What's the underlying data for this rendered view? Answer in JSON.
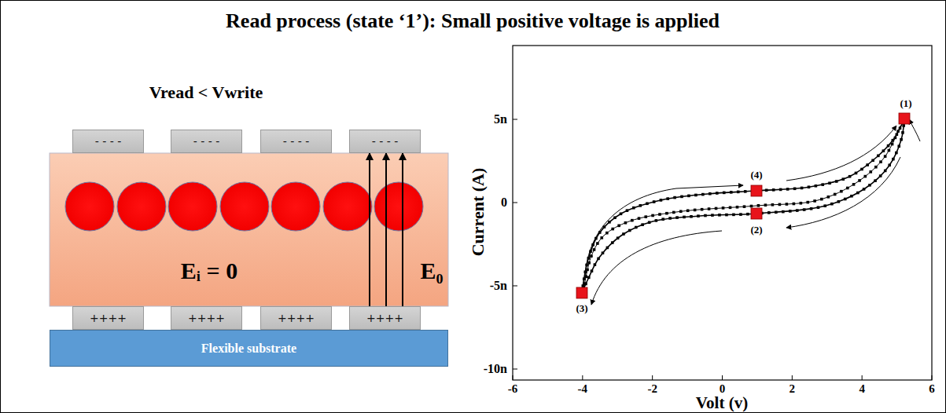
{
  "diagram": {
    "title": "Read process (state ‘1’): Small positive voltage is applied",
    "nodes": [
      {
        "text": [
          "- - - -"
        ]
      },
      {
        "text": [
          "- - - -"
        ]
      },
      {
        "text": [
          "- - - -"
        ]
      },
      {
        "text": [
          "- - - -"
        ]
      },
      {
        "text": [
          "Eᵢ = 0",
          "E₀"
        ]
      },
      {
        "text": [
          "++++"
        ]
      },
      {
        "text": [
          "++++"
        ]
      },
      {
        "text": [
          "++++"
        ]
      },
      {
        "text": [
          "++++"
        ]
      },
      {
        "text": [
          "Flexible substrate"
        ]
      }
    ],
    "edges": [
      {
        "from": 8,
        "to": 3,
        "arrow": "to"
      },
      {
        "from": 8,
        "to": 3,
        "arrow": "to"
      },
      {
        "from": 8,
        "to": 3,
        "arrow": "to"
      }
    ],
    "labels": [
      "Vread < Vwrite",
      "5n",
      "0",
      "-5n",
      "-10n",
      "-6",
      "-4",
      "-2",
      "0",
      "2",
      "4",
      "6",
      "Current (A)",
      "Volt (v)",
      "(1)",
      "(2)",
      "(3)",
      "(4)"
    ]
  }
}
